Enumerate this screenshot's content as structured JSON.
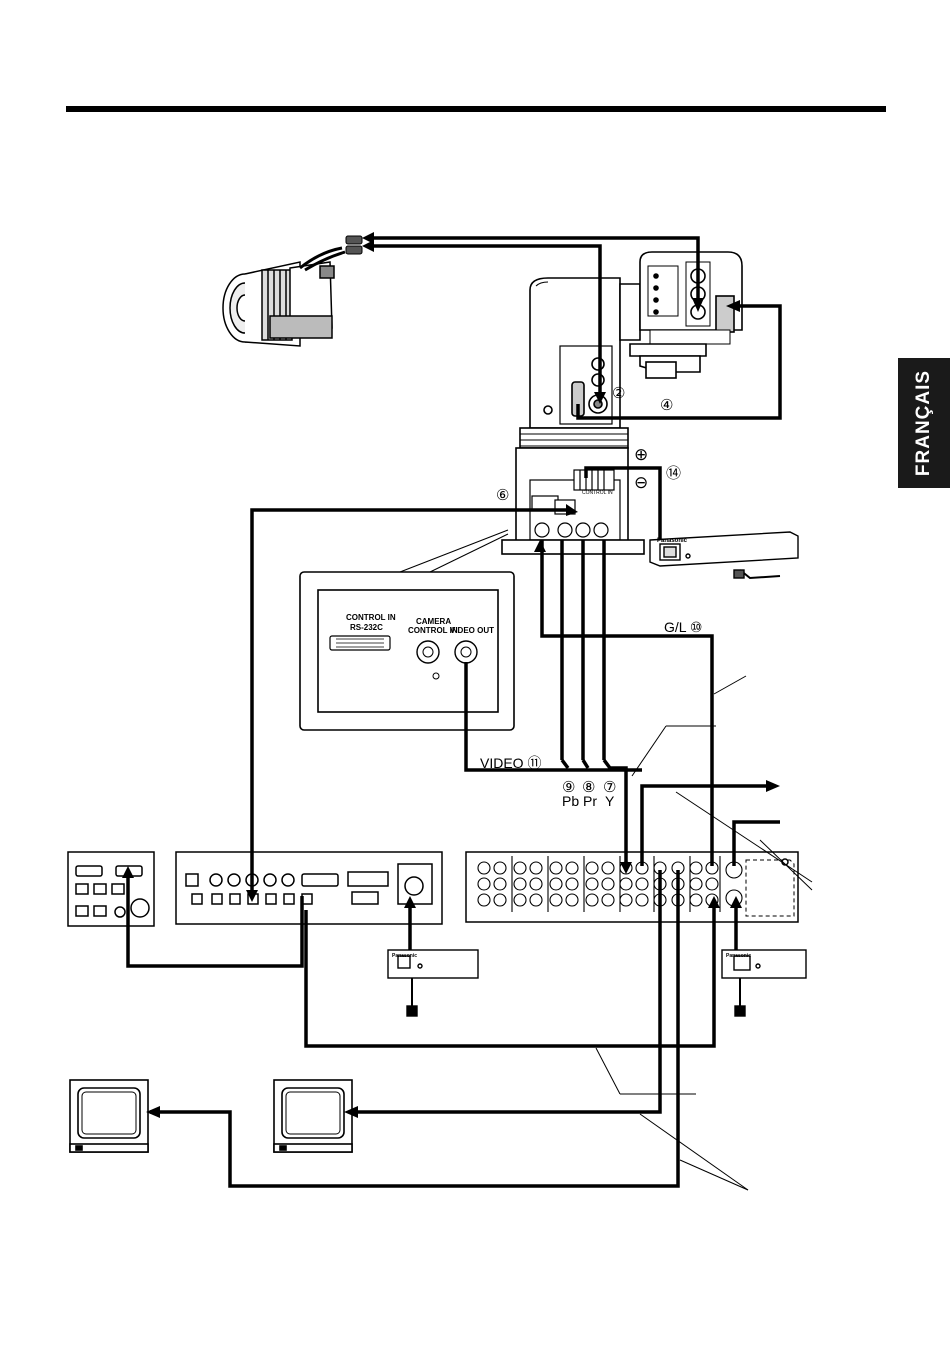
{
  "side_tab": "FRANÇAIS",
  "panel_labels": {
    "control_in_line1": "CONTROL IN",
    "control_in_line2": "RS-232C",
    "camera_control_line1": "CAMERA",
    "camera_control_line2": "CONTROL IN",
    "video_out": "VIDEO OUT"
  },
  "unit_labels": {
    "control_in": "CONTROL IN",
    "brand": "Panasonic"
  },
  "callouts": {
    "c2": "②",
    "c4": "④",
    "c6": "⑥",
    "c14": "⑭",
    "plus": "⊕",
    "minus": "⊖",
    "gl": "G/L  ⑩",
    "video": "VIDEO  ⑪",
    "c9": "⑨",
    "c8": "⑧",
    "c7": "⑦",
    "pb": "Pb",
    "pr": "Pr",
    "y": "Y"
  }
}
